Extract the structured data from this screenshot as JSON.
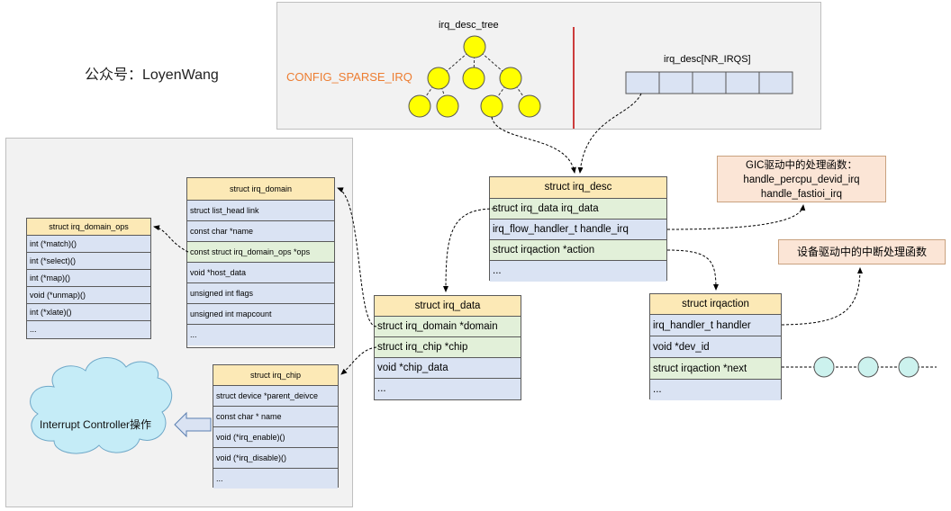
{
  "watermark": "公众号：LoyenWang",
  "top_panel": {
    "tree_label": "irq_desc_tree",
    "config_label": "CONFIG_SPARSE_IRQ",
    "array_label": "irq_desc[NR_IRQS]"
  },
  "irq_desc": {
    "title": "struct irq_desc",
    "rows": [
      "struct irq_data irq_data",
      "irq_flow_handler_t handle_irq",
      "struct irqaction *action",
      "..."
    ]
  },
  "irq_data": {
    "title": "struct irq_data",
    "rows": [
      "struct irq_domain *domain",
      "struct irq_chip *chip",
      "void *chip_data",
      "..."
    ]
  },
  "irqaction": {
    "title": "struct irqaction",
    "rows": [
      "irq_handler_t  handler",
      "void *dev_id",
      "struct irqaction *next",
      "..."
    ]
  },
  "irq_domain": {
    "title": "struct irq_domain",
    "rows": [
      "struct list_head link",
      "const char *name",
      "const struct irq_domain_ops *ops",
      "void *host_data",
      "unsigned int flags",
      "unsigned int mapcount",
      "..."
    ]
  },
  "irq_domain_ops": {
    "title": "struct irq_domain_ops",
    "rows": [
      "int (*match)()",
      "int (*select)()",
      "int (*map)()",
      "void (*unmap)()",
      "int (*xlate)()",
      "..."
    ]
  },
  "irq_chip": {
    "title": "struct irq_chip",
    "rows": [
      "struct device *parent_deivce",
      "const char * name",
      "void (*irq_enable)()",
      "void (*irq_disable)()",
      "..."
    ]
  },
  "cloud_label": "Interrupt Controller操作",
  "gic_note": [
    "GIC驱动中的处理函数：",
    "handle_percpu_devid_irq",
    "handle_fastioi_irq"
  ],
  "device_note": "设备驱动中的中断处理函数",
  "colors": {
    "header_fill": "#fce9b6",
    "blue_row": "#dae3f3",
    "green_row": "#e2f0d9",
    "tree_node": "#ffff00",
    "list_node": "#ccf2ee",
    "config_text": "#ed7d31",
    "divider": "#c00000",
    "note_fill": "#fbe5d6",
    "cloud_fill": "#c5ecf7"
  }
}
